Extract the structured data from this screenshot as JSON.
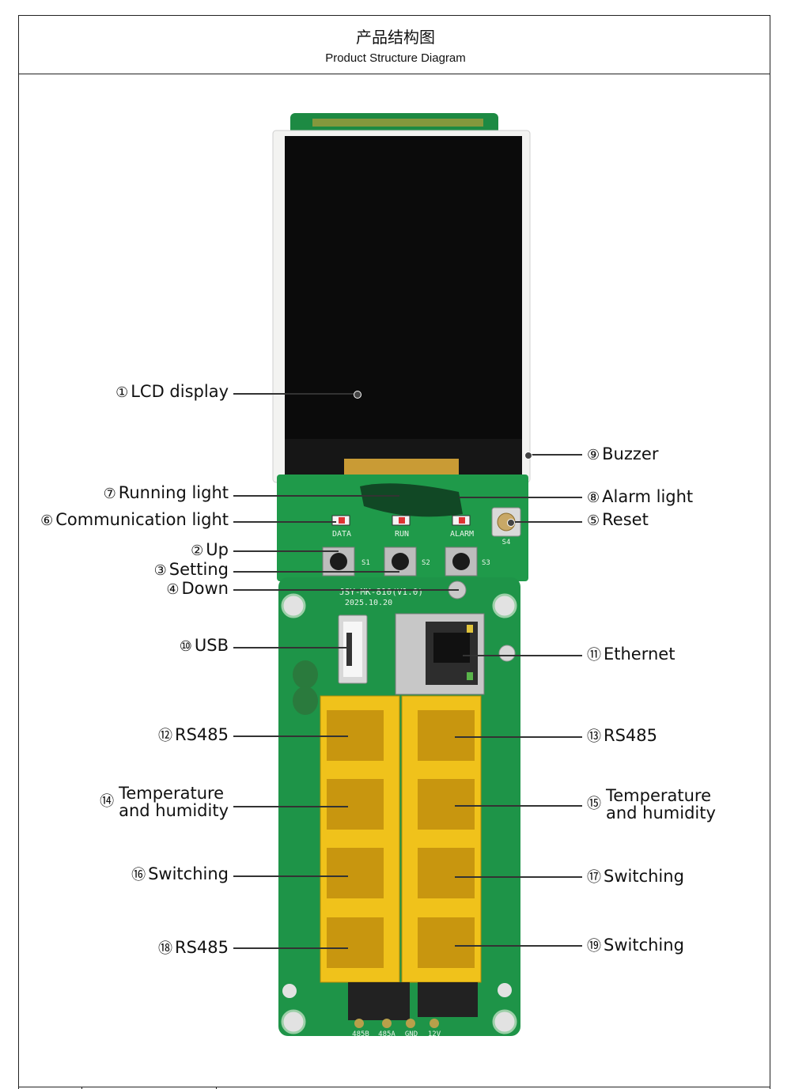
{
  "header": {
    "title_cn": "产品结构图",
    "title_en": "Product Structure Diagram"
  },
  "board": {
    "model": "JSY-MK-810(V1.0)",
    "date": "2025.10.20",
    "led_labels": [
      "DATA",
      "RUN",
      "ALARM"
    ],
    "button_labels": [
      "S1",
      "S2",
      "S3",
      "S4"
    ],
    "terminal_labels": [
      "485B",
      "485A",
      "GND",
      "12V"
    ],
    "colors": {
      "pcb": "#1e9448",
      "rj45": "#f0c21b",
      "lcd": "#0b0b0b"
    }
  },
  "callouts": {
    "lcd": {
      "num": "①",
      "text": "LCD display"
    },
    "up": {
      "num": "②",
      "text": "Up"
    },
    "setting": {
      "num": "③",
      "text": "Setting"
    },
    "down": {
      "num": "④",
      "text": "Down"
    },
    "reset": {
      "num": "⑤",
      "text": "Reset"
    },
    "comm_light": {
      "num": "⑥",
      "text": "Communication  light"
    },
    "running_light": {
      "num": "⑦",
      "text": "Running  light"
    },
    "alarm_light": {
      "num": "⑧",
      "text": "Alarm light"
    },
    "buzzer": {
      "num": "⑨",
      "text": "Buzzer"
    },
    "usb": {
      "num": "⑩",
      "text": "USB"
    },
    "ethernet": {
      "num": "⑪",
      "text": "Ethernet"
    },
    "rs485_12": {
      "num": "⑫",
      "text": "RS485"
    },
    "rs485_13": {
      "num": "⑬",
      "text": "RS485"
    },
    "temp_14": {
      "num": "⑭",
      "line1": "Temperature",
      "line2": "and humidity"
    },
    "temp_15": {
      "num": "⑮",
      "line1": "Temperature",
      "line2": "and humidity"
    },
    "switching_16": {
      "num": "⑯",
      "text": "Switching"
    },
    "switching_17": {
      "num": "⑰",
      "text": "Switching"
    },
    "rs485_18": {
      "num": "⑱",
      "text": "RS485"
    },
    "switching_19": {
      "num": "⑲",
      "text": "Switching"
    }
  }
}
